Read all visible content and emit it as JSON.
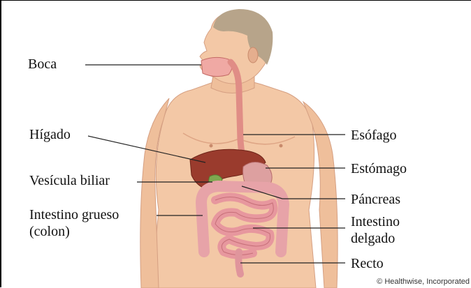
{
  "labels": {
    "mouth": "Boca",
    "liver": "Hígado",
    "gallbladder": "Vesícula biliar",
    "large_intestine": "Intestino grueso",
    "large_intestine_note": "(colon)",
    "esophagus": "Esófago",
    "stomach": "Estómago",
    "pancreas": "Páncreas",
    "small_intestine_line1": "Intestino",
    "small_intestine_line2": "delgado",
    "rectum": "Recto"
  },
  "credit": "© Healthwise, Incorporated",
  "colors": {
    "skin": "#f3c8a6",
    "skin_shadow": "#e2a888",
    "hair": "#b7a48a",
    "esophagus": "#e08d86",
    "liver": "#9a3b2d",
    "stomach": "#dda0a0",
    "pancreas": "#f1c27a",
    "gallbladder": "#7ea850",
    "colon": "#e7a3a8",
    "small_intestine": "#e7979e",
    "leader_line": "#222222"
  }
}
